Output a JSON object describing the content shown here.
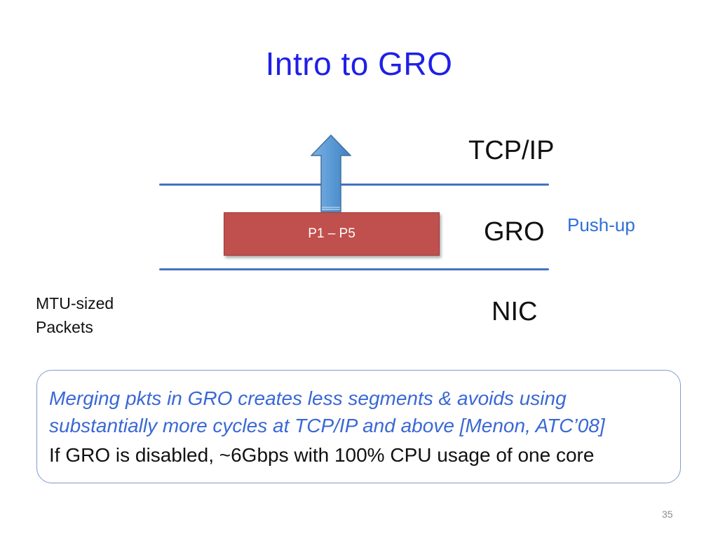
{
  "slide": {
    "title": "Intro to GRO",
    "layers": {
      "top": "TCP/IP",
      "middle": "GRO",
      "bottom": "NIC"
    },
    "packet_box_label": "P1 – P5",
    "push_up_label": "Push-up",
    "mtu_label_line1": "MTU-sized",
    "mtu_label_line2": "Packets",
    "note": {
      "line1": "Merging pkts in GRO creates less segments & avoids using",
      "line2": "substantially more cycles at TCP/IP and above [Menon, ATC’08]",
      "line3": "If GRO is disabled, ~6Gbps with 100% CPU usage of one core"
    },
    "page_number": "35"
  },
  "colors": {
    "title": "#1f1fe6",
    "layer_line": "#4472c4",
    "packet_box": "#c0504d",
    "arrow": "#5b9bd5",
    "note_italic": "#3a68d4"
  },
  "icons": {
    "arrow": "up-arrow-icon"
  }
}
